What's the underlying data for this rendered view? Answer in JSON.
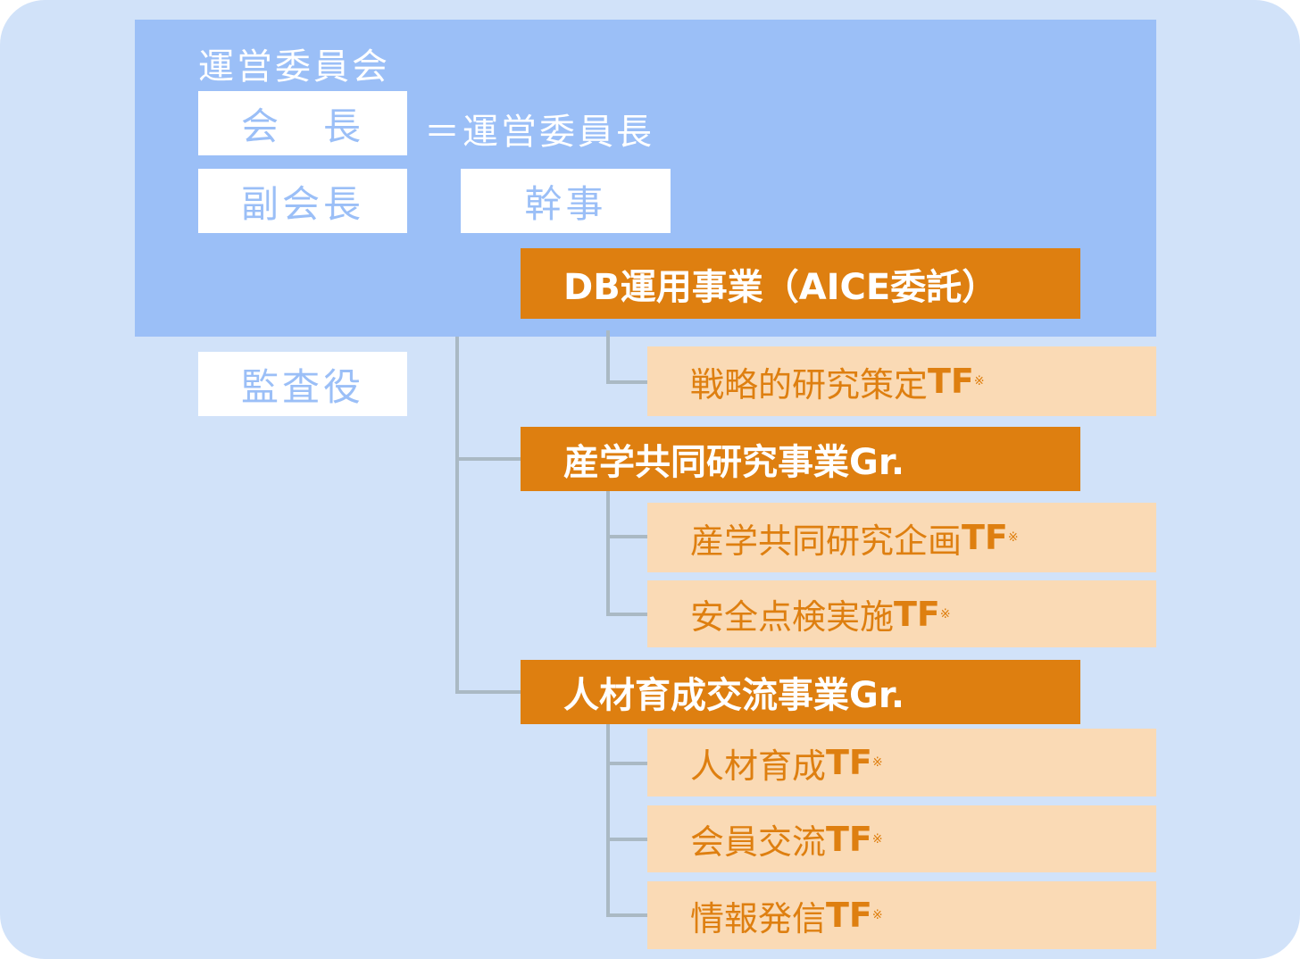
{
  "committee": {
    "title": "運営委員会",
    "chair": "会　長",
    "chair_note": "＝運営委員長",
    "vice_chair": "副会長",
    "secretary": "幹事",
    "auditor": "監査役"
  },
  "groups": [
    {
      "name": "DB運用事業（AICE委託）",
      "taskforces": [
        {
          "name": "戦略的研究策定",
          "suffix": "TF",
          "mark": "※"
        }
      ]
    },
    {
      "name": "産学共同研究事業Gr.",
      "taskforces": [
        {
          "name": "産学共同研究企画",
          "suffix": "TF",
          "mark": "※"
        },
        {
          "name": "安全点検実施",
          "suffix": "TF",
          "mark": "※"
        }
      ]
    },
    {
      "name": "人材育成交流事業Gr.",
      "taskforces": [
        {
          "name": "人材育成",
          "suffix": "TF",
          "mark": "※"
        },
        {
          "name": "会員交流",
          "suffix": "TF",
          "mark": "※"
        },
        {
          "name": "情報発信",
          "suffix": "TF",
          "mark": "※"
        }
      ]
    }
  ],
  "colors": {
    "background": "#d1e2f9",
    "committee": "#9bbff7",
    "group": "#de7f10",
    "taskforce": "#fadab5",
    "connector": "#aab9c4"
  }
}
